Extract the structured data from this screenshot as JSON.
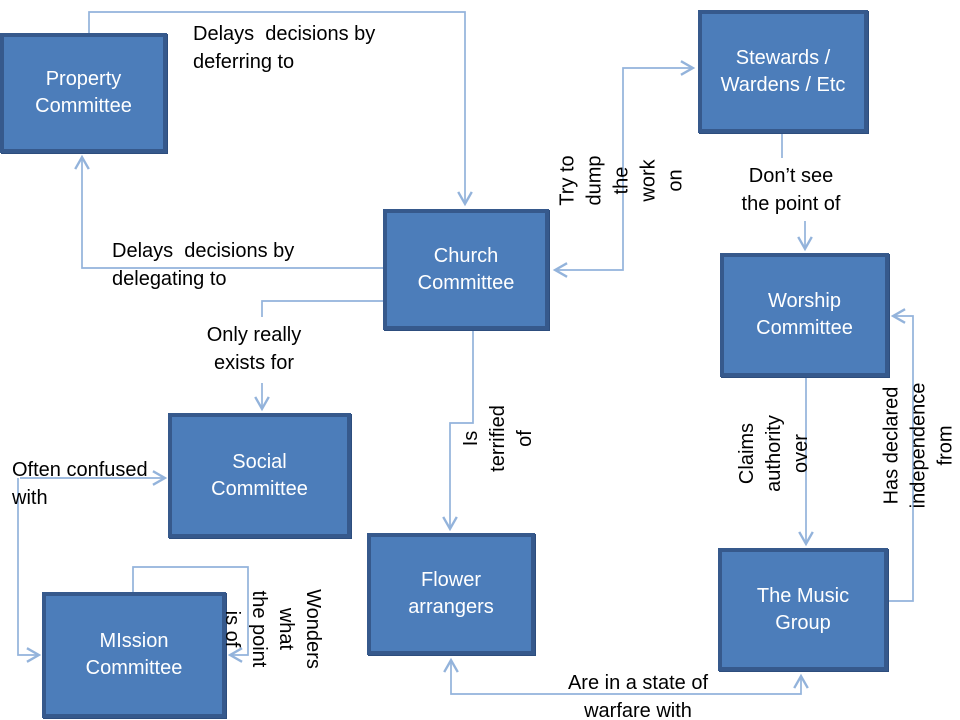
{
  "diagram": {
    "title": "Church committee relationships diagram",
    "colors": {
      "node_fill": "#4C7DBA",
      "node_border": "#36598C",
      "node_text": "#FFFFFF",
      "connector": "#93B3DB",
      "label_text": "#000000",
      "background": "#FFFFFF"
    },
    "nodes": {
      "property": {
        "label": "Property\nCommittee"
      },
      "stewards": {
        "label": "Stewards /\nWardens / Etc"
      },
      "church": {
        "label": "Church\nCommittee"
      },
      "worship": {
        "label": "Worship\nCommittee"
      },
      "social": {
        "label": "Social\nCommittee"
      },
      "flower": {
        "label": "Flower\narrangers"
      },
      "music": {
        "label": "The Music\nGroup"
      },
      "mission": {
        "label": "MIssion\nCommittee"
      }
    },
    "edge_labels": {
      "deferring": {
        "text": "Delays  decisions by\ndeferring to"
      },
      "delegating": {
        "text": "Delays  decisions by\ndelegating to"
      },
      "try_dump": {
        "text": "Try to dump the\nwork on"
      },
      "dont_see": {
        "text": "Don’t see\nthe point of"
      },
      "only_really": {
        "text": "Only really\nexists for"
      },
      "often_confused": {
        "text": "Often confused\nwith"
      },
      "terrified": {
        "text": "Is terrified of"
      },
      "wonders": {
        "text": "Wonders what\nthe point is of"
      },
      "claims": {
        "text": "Claims\nauthority over"
      },
      "independence": {
        "text": "Has declared\nindependence from"
      },
      "warfare": {
        "text": "Are in a state of\nwarfare with"
      }
    }
  }
}
